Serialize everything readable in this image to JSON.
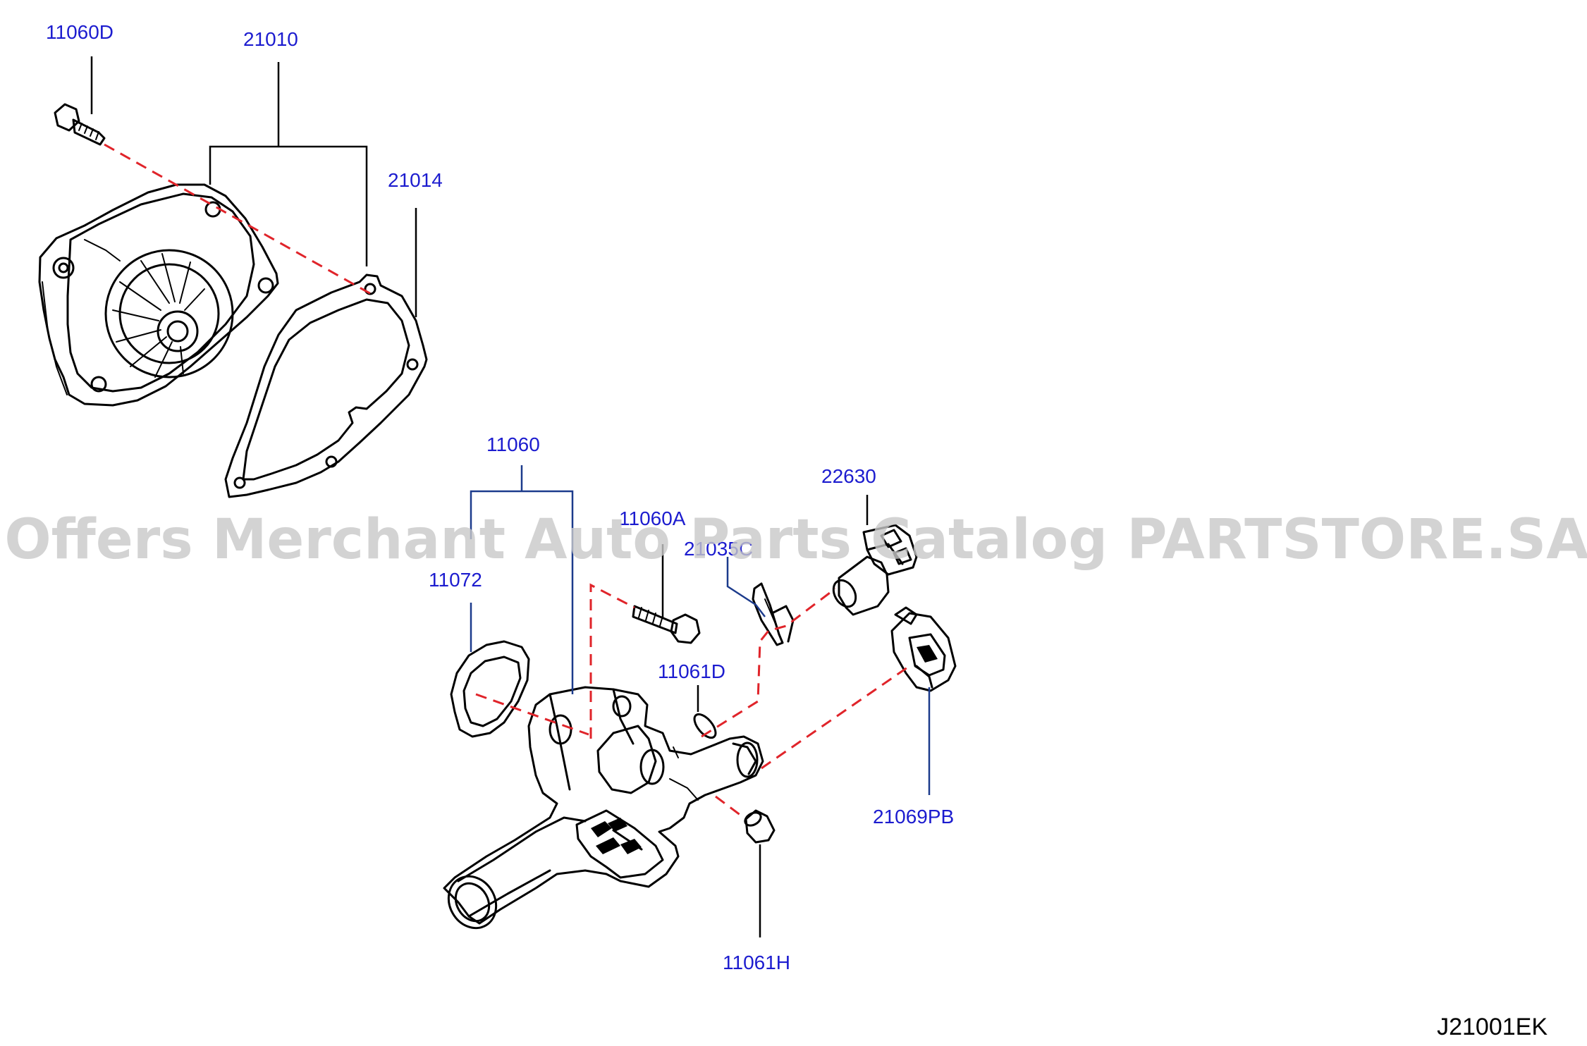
{
  "diagram": {
    "labels": {
      "p11060D": "11060D",
      "p21010": "21010",
      "p21014": "21014",
      "p11060": "11060",
      "p11072": "11072",
      "p11060A": "11060A",
      "p21035": "21035C",
      "p22630": "22630",
      "p11061D": "11061D",
      "p21069PB": "21069PB",
      "p11061H": "11061H"
    },
    "drawing_code": "J21001EK",
    "watermark": "Offers Merchant Auto Parts Catalog PARTSTORE.SA"
  },
  "colors": {
    "label": "#1c1ccf",
    "leader_blue": "#1c3b8c",
    "leader_black": "#000000",
    "dashed_line": "#e0242a",
    "watermark": "#c8c8c8"
  }
}
